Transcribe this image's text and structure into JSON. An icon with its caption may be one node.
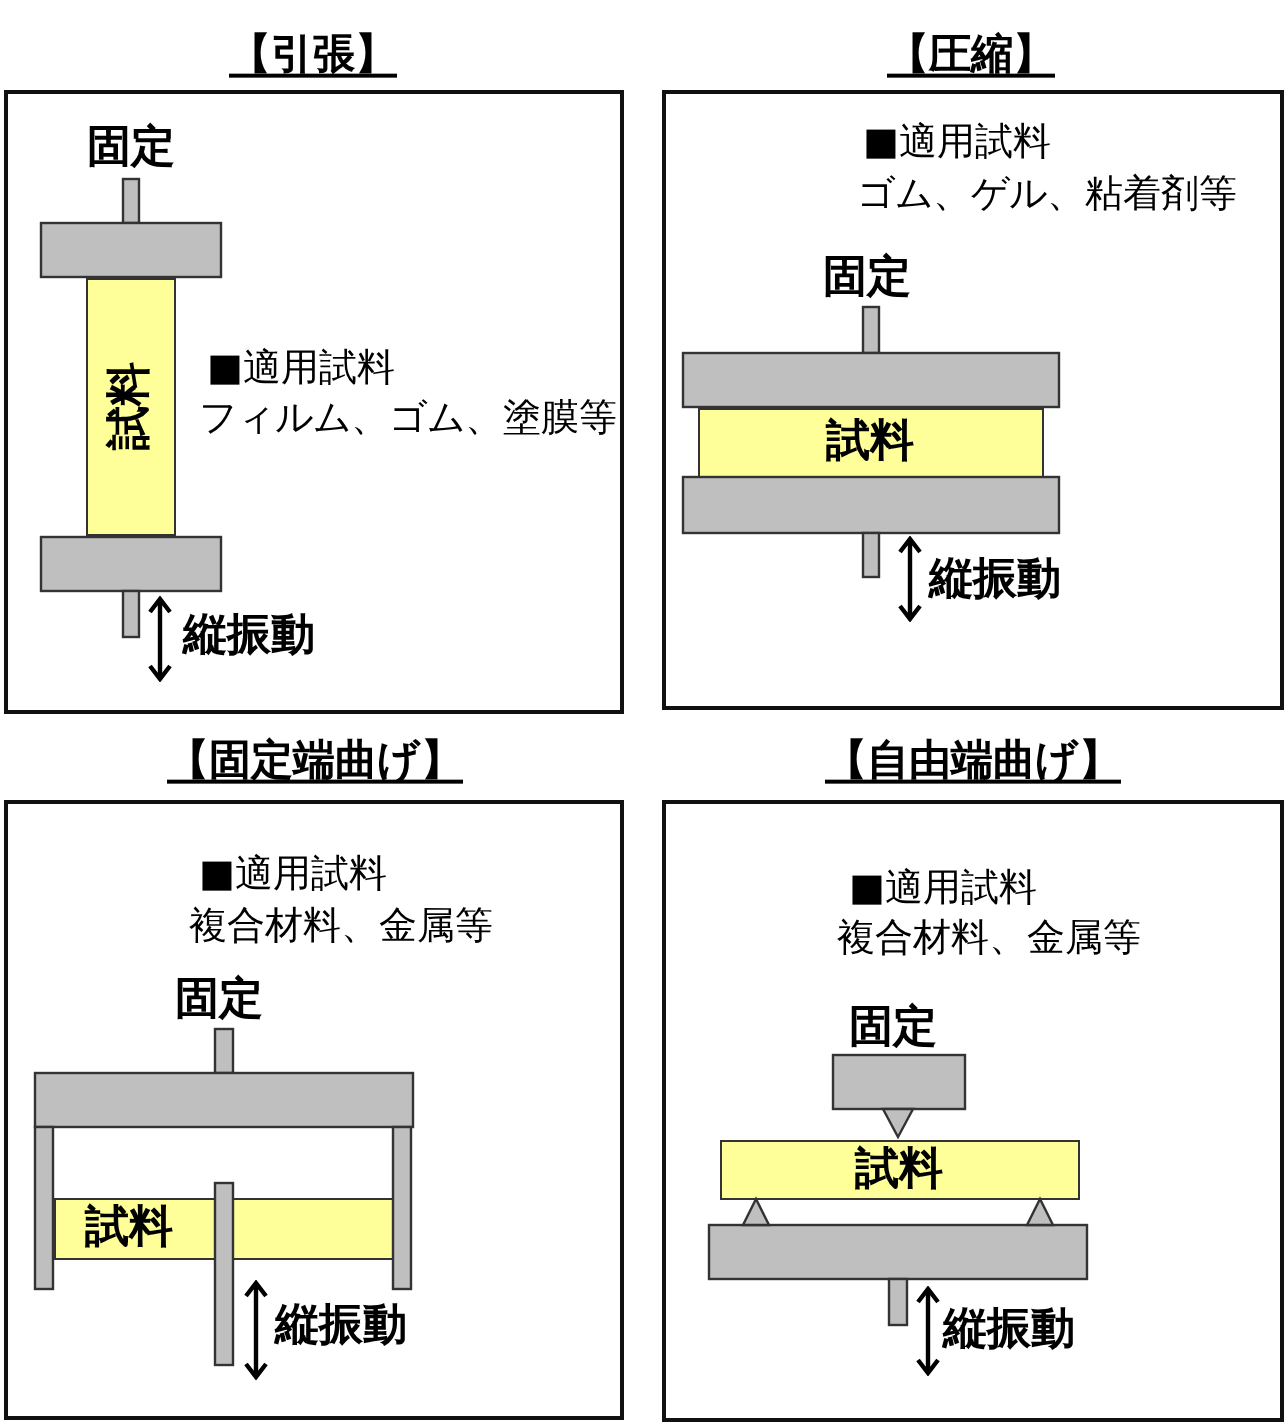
{
  "diagram": {
    "nodes": [
      {
        "text": [
          "【引張】",
          "固定",
          "■適用試料",
          "フィルム、ゴム、塗膜等",
          "縦振動"
        ]
      },
      {
        "text": [
          "試料"
        ],
        "in": 0
      },
      {
        "text": [
          "【圧縮】",
          "■適用試料",
          "ゴム、ゲル、粘着剤等",
          "固定",
          "縦振動"
        ]
      },
      {
        "text": [
          "試料"
        ],
        "in": 2
      },
      {
        "text": [
          "【固定端曲げ】",
          "■適用試料",
          "複合材料、金属等",
          "固定",
          "縦振動"
        ]
      },
      {
        "text": [
          "試料"
        ],
        "in": 4
      },
      {
        "text": [
          "【自由端曲げ】",
          "■適用試料",
          "複合材料、金属等",
          "固定",
          "縦振動"
        ]
      },
      {
        "text": [
          "試料"
        ],
        "in": 6
      }
    ]
  }
}
